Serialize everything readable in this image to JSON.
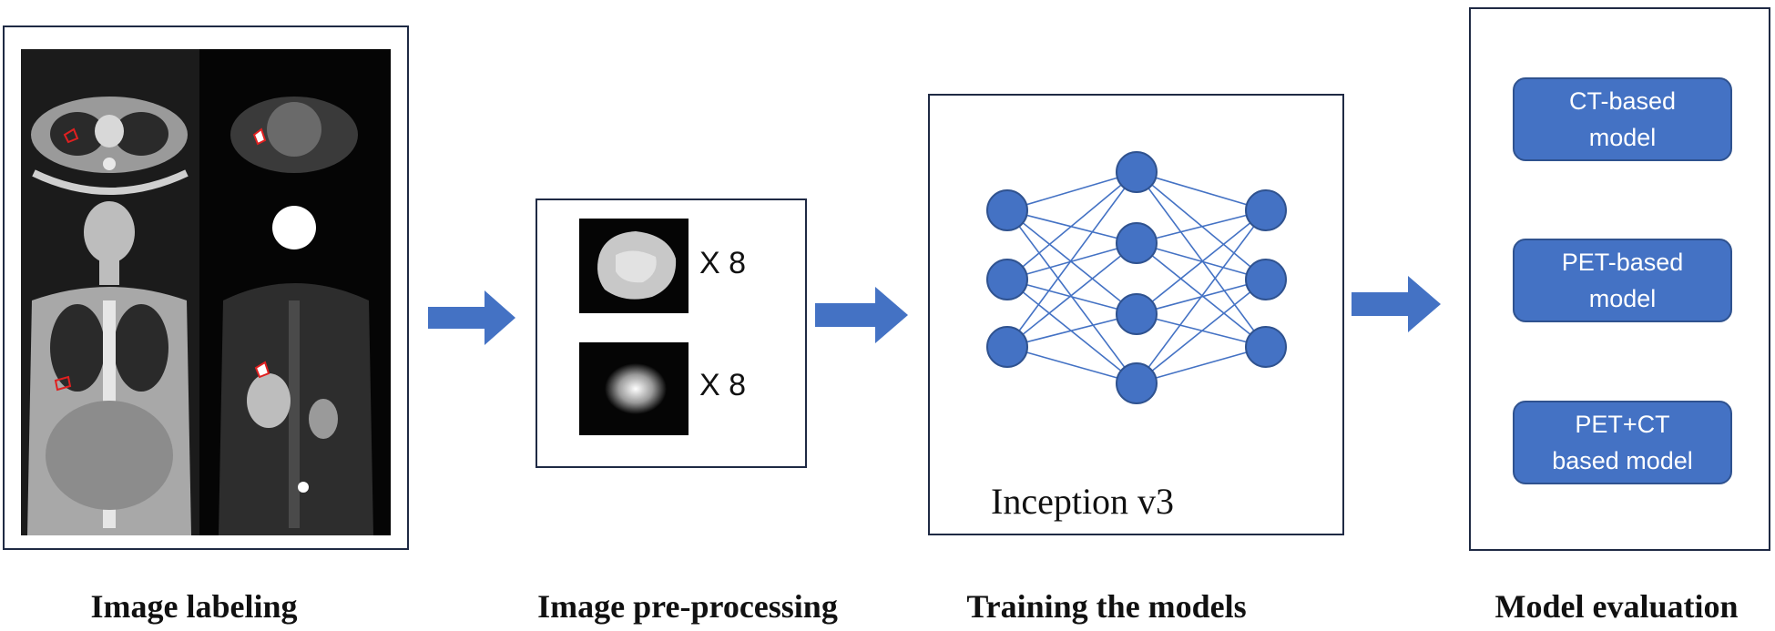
{
  "stages": [
    {
      "label": "Image labeling"
    },
    {
      "label": "Image pre-processing"
    },
    {
      "label": "Training the models"
    },
    {
      "label": "Model evaluation"
    }
  ],
  "preprocessing": {
    "multiplier_top": "X 8",
    "multiplier_bottom": "X 8"
  },
  "network": {
    "title": "Inception v3",
    "layers": [
      3,
      4,
      3
    ]
  },
  "models": [
    {
      "line1": "CT-based",
      "line2": "model"
    },
    {
      "line1": "PET-based",
      "line2": "model"
    },
    {
      "line1": "PET+CT",
      "line2": "based model"
    }
  ],
  "colors": {
    "accent": "#4472c4",
    "node_border": "#2f528f",
    "panel_border": "#1f2a44",
    "lesion_outline": "#e02020"
  }
}
